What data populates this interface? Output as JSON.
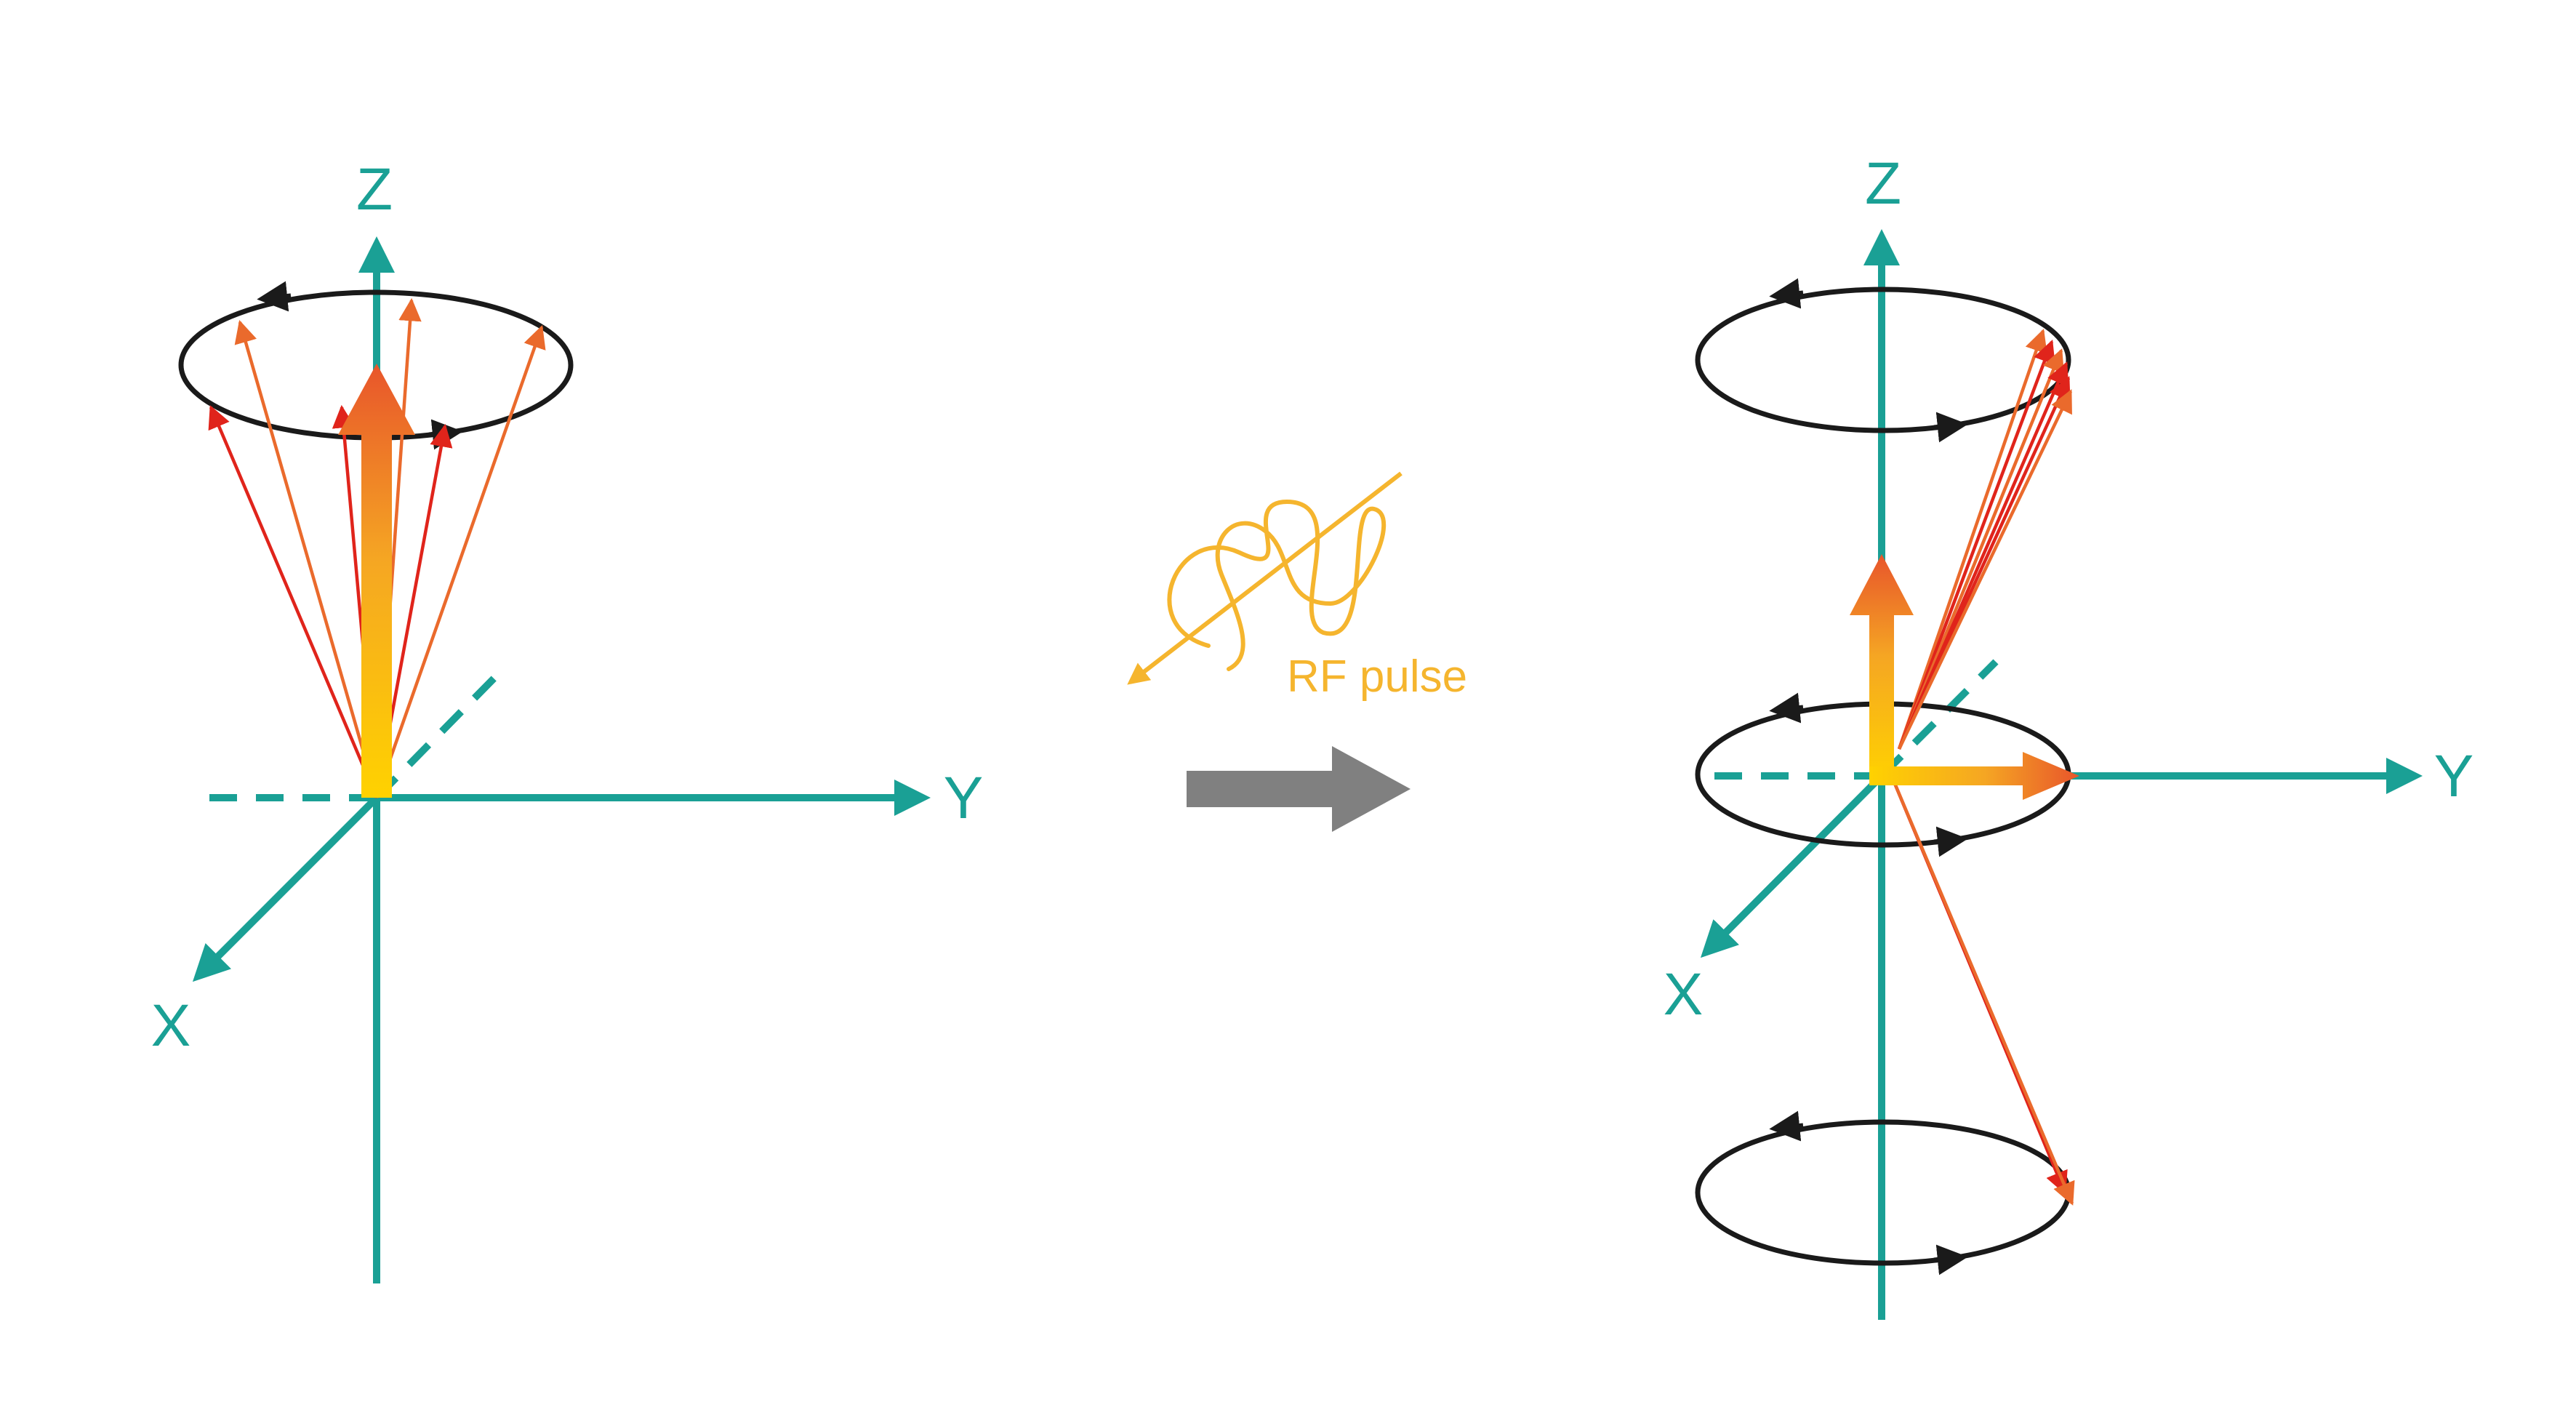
{
  "colors": {
    "axis": "#1aa095",
    "orbit": "#1a1a1a",
    "spin_red": "#e0241b",
    "spin_orange": "#ea6a2c",
    "rf_wave": "#f5b52e",
    "transition_arrow": "#808080",
    "vector_top": "#e8552b",
    "vector_bottom": "#ffd200"
  },
  "left_panel": {
    "axes": {
      "z": "Z",
      "y": "Y",
      "x": "X"
    }
  },
  "transition": {
    "rf_label": "RF pulse",
    "arrow_icon": "right-arrow-icon"
  },
  "right_panel": {
    "axes": {
      "z": "Z",
      "y": "Y",
      "x": "X"
    }
  }
}
